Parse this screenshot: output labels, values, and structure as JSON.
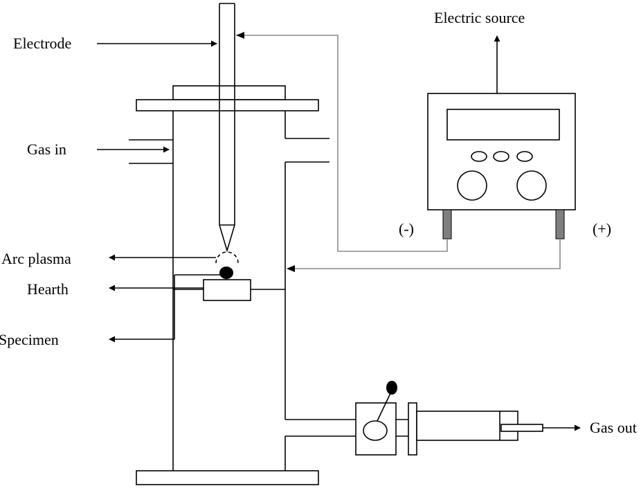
{
  "colors": {
    "line": "#000000",
    "wire": "#8a8a8a",
    "terminal": "#7f7f7f",
    "background": "#ffffff"
  },
  "labels": {
    "electrode": "Electrode",
    "gas_in": "Gas in",
    "arc_plasma": "Arc plasma",
    "hearth": "Hearth",
    "specimen": "Specimen",
    "electric_source": "Electric source",
    "minus": "(-)",
    "plus": "(+)",
    "gas_out": "Gas out"
  }
}
